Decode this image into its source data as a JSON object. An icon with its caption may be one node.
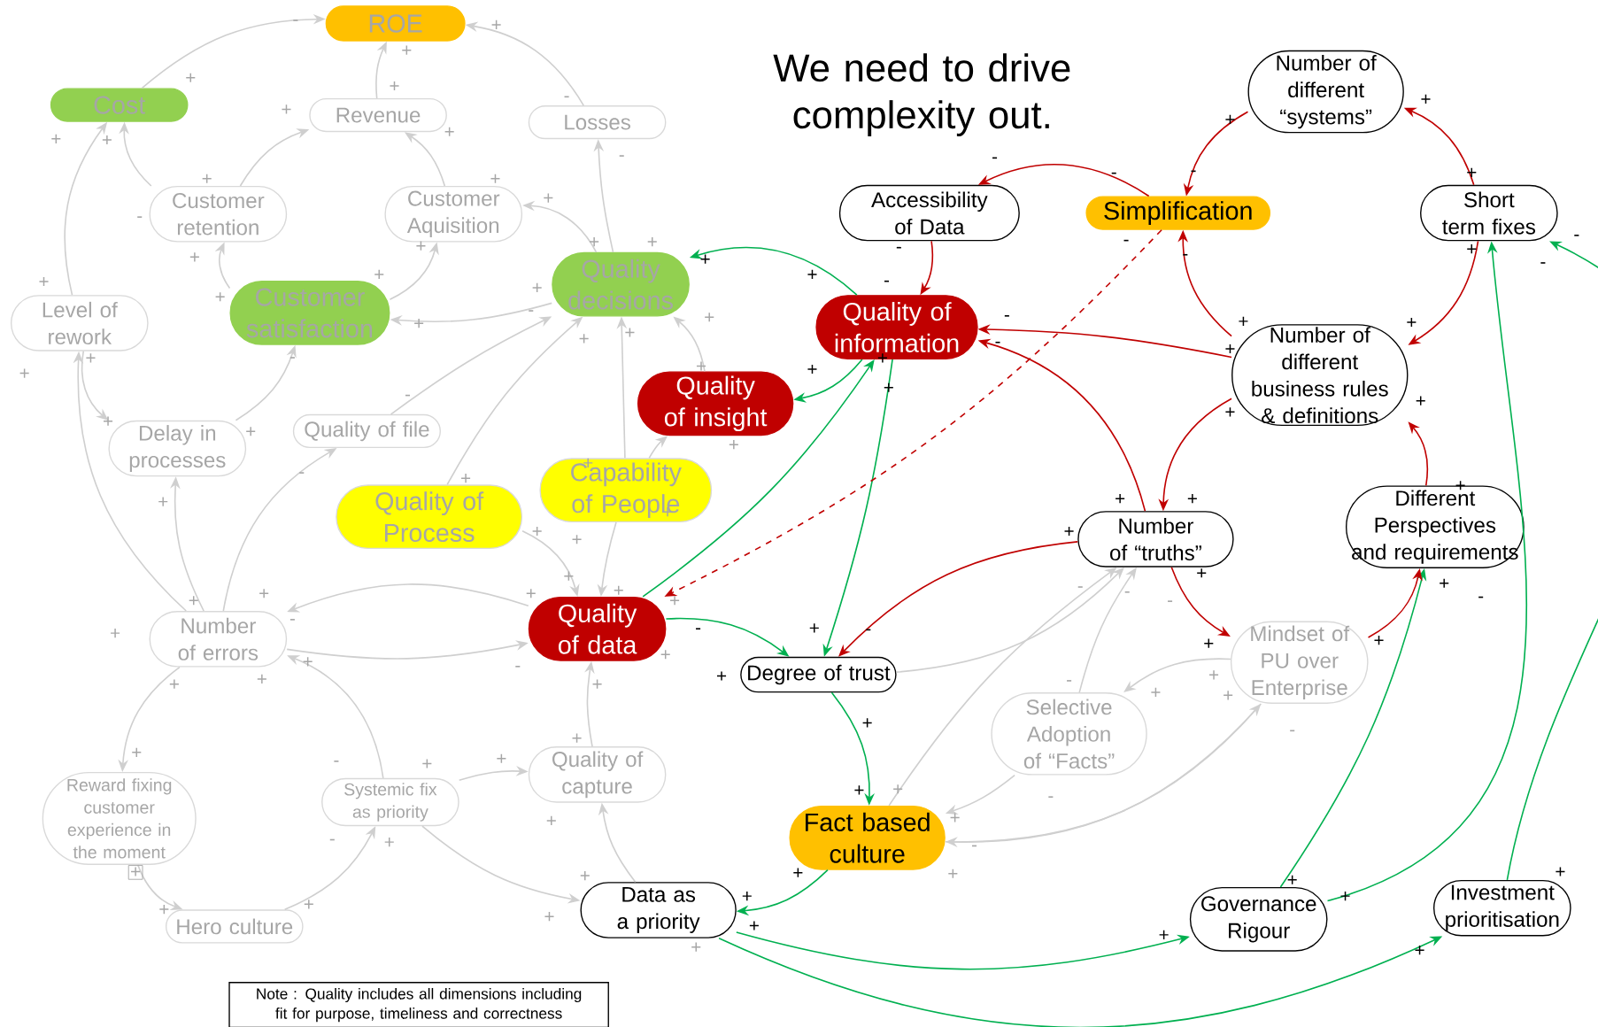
{
  "diagram": {
    "title": "We need to drive complexity out.",
    "nodes": [
      {
        "text": [
          "ROE"
        ]
      },
      {
        "text": [
          "Cost"
        ]
      },
      {
        "text": [
          "Revenue"
        ]
      },
      {
        "text": [
          "Losses"
        ]
      },
      {
        "text": [
          "Customer retention"
        ]
      },
      {
        "text": [
          "Customer Aquisition"
        ]
      },
      {
        "text": [
          "Number of different “systems”"
        ]
      },
      {
        "text": [
          "Accessibility of Data"
        ]
      },
      {
        "text": [
          "Simplification"
        ]
      },
      {
        "text": [
          "Short term fixes"
        ]
      },
      {
        "text": [
          "Quality decisions"
        ]
      },
      {
        "text": [
          "Customer satisfaction"
        ]
      },
      {
        "text": [
          "Level of rework"
        ]
      },
      {
        "text": [
          "Quality of information"
        ]
      },
      {
        "text": [
          "Number of different business rules & definitions"
        ]
      },
      {
        "text": [
          "Quality of insight"
        ]
      },
      {
        "text": [
          "Delay in processes"
        ]
      },
      {
        "text": [
          "Quality of file"
        ]
      },
      {
        "text": [
          "Capability of People"
        ]
      },
      {
        "text": [
          "Quality of Process"
        ]
      },
      {
        "text": [
          "Number of “truths”"
        ]
      },
      {
        "text": [
          "Different Perspectives and requirements"
        ]
      },
      {
        "text": [
          "Number of errors"
        ]
      },
      {
        "text": [
          "Quality of data"
        ]
      },
      {
        "text": [
          "Degree of trust"
        ]
      },
      {
        "text": [
          "Mindset of PU over Enterprise"
        ]
      },
      {
        "text": [
          "Selective Adoption of “Facts”"
        ]
      },
      {
        "text": [
          "Reward fixing customer experience in the moment"
        ]
      },
      {
        "text": [
          "Quality of capture"
        ]
      },
      {
        "text": [
          "Systemic fix as priority"
        ]
      },
      {
        "text": [
          "Fact based culture"
        ]
      },
      {
        "text": [
          "Data as a priority"
        ]
      },
      {
        "text": [
          "Governance Rigour"
        ]
      },
      {
        "text": [
          "Investment prioritisation"
        ]
      },
      {
        "text": [
          "Hero culture"
        ]
      },
      {
        "text": [
          "Note : Quality includes all dimensions including fit for purpose, timeliness and correctness"
        ]
      }
    ],
    "edges": [
      {
        "from": 1,
        "to": 0,
        "arrow": "to"
      },
      {
        "from": 2,
        "to": 0,
        "arrow": "to"
      },
      {
        "from": 3,
        "to": 0,
        "arrow": "to"
      },
      {
        "from": 4,
        "to": 2,
        "arrow": "to"
      },
      {
        "from": 5,
        "to": 2,
        "arrow": "to"
      },
      {
        "from": 10,
        "to": 3,
        "arrow": "to"
      },
      {
        "from": 10,
        "to": 5,
        "arrow": "to"
      },
      {
        "from": 4,
        "to": 1,
        "arrow": "to"
      },
      {
        "from": 11,
        "to": 4,
        "arrow": "to"
      },
      {
        "from": 11,
        "to": 5,
        "arrow": "to"
      },
      {
        "from": 10,
        "to": 11,
        "arrow": "to"
      },
      {
        "from": 12,
        "to": 1,
        "arrow": "to"
      },
      {
        "from": 12,
        "to": 16,
        "arrow": "to"
      },
      {
        "from": 16,
        "to": 11,
        "arrow": "to"
      },
      {
        "from": 22,
        "to": 12,
        "arrow": "to"
      },
      {
        "from": 22,
        "to": 16,
        "arrow": "to"
      },
      {
        "from": 22,
        "to": 17,
        "arrow": "to"
      },
      {
        "from": 17,
        "to": 10,
        "arrow": "to"
      },
      {
        "from": 19,
        "to": 10,
        "arrow": "to"
      },
      {
        "from": 18,
        "to": 10,
        "arrow": "to"
      },
      {
        "from": 18,
        "to": 15,
        "arrow": "to"
      },
      {
        "from": 15,
        "to": 10,
        "arrow": "to"
      },
      {
        "from": 19,
        "to": 23,
        "arrow": "to"
      },
      {
        "from": 18,
        "to": 23,
        "arrow": "to"
      },
      {
        "from": 23,
        "to": 22,
        "arrow": "to"
      },
      {
        "from": 22,
        "to": 23,
        "arrow": "to"
      },
      {
        "from": 22,
        "to": 27,
        "arrow": "to"
      },
      {
        "from": 29,
        "to": 22,
        "arrow": "to"
      },
      {
        "from": 27,
        "to": 34,
        "arrow": "to"
      },
      {
        "from": 34,
        "to": 29,
        "arrow": "to"
      },
      {
        "from": 29,
        "to": 28,
        "arrow": "to"
      },
      {
        "from": 29,
        "to": 31,
        "arrow": "to"
      },
      {
        "from": 31,
        "to": 28,
        "arrow": "to"
      },
      {
        "from": 28,
        "to": 23,
        "arrow": "to"
      },
      {
        "from": 24,
        "to": 20,
        "arrow": "to"
      },
      {
        "from": 30,
        "to": 20,
        "arrow": "to"
      },
      {
        "from": 26,
        "to": 20,
        "arrow": "to"
      },
      {
        "from": 25,
        "to": 26,
        "arrow": "to"
      },
      {
        "from": 25,
        "to": 30,
        "arrow": "to"
      },
      {
        "from": 26,
        "to": 30,
        "arrow": "to"
      },
      {
        "from": 30,
        "to": 25,
        "arrow": "to"
      },
      {
        "from": 30,
        "to": 31,
        "arrow": "to",
        "color": "#00b050"
      },
      {
        "from": 31,
        "to": 32,
        "arrow": "to",
        "color": "#00b050"
      },
      {
        "from": 31,
        "to": 33,
        "arrow": "to",
        "color": "#00b050"
      },
      {
        "from": 32,
        "to": 21,
        "arrow": "to",
        "color": "#00b050"
      },
      {
        "from": 32,
        "to": 9,
        "arrow": "to",
        "color": "#00b050"
      },
      {
        "from": 33,
        "to": 9,
        "arrow": "to",
        "color": "#00b050"
      },
      {
        "from": 23,
        "to": 13,
        "arrow": "to",
        "color": "#00b050"
      },
      {
        "from": 13,
        "to": 24,
        "arrow": "to",
        "color": "#00b050"
      },
      {
        "from": 23,
        "to": 24,
        "arrow": "to",
        "color": "#00b050"
      },
      {
        "from": 24,
        "to": 30,
        "arrow": "to",
        "color": "#00b050"
      },
      {
        "from": 13,
        "to": 10,
        "arrow": "to",
        "color": "#00b050"
      },
      {
        "from": 13,
        "to": 15,
        "arrow": "to",
        "color": "#00b050"
      },
      {
        "from": 6,
        "to": 8,
        "arrow": "to",
        "color": "#c00000"
      },
      {
        "from": 9,
        "to": 6,
        "arrow": "to",
        "color": "#c00000"
      },
      {
        "from": 8,
        "to": 7,
        "arrow": "to",
        "color": "#c00000"
      },
      {
        "from": 7,
        "to": 13,
        "arrow": "to",
        "color": "#c00000"
      },
      {
        "from": 14,
        "to": 8,
        "arrow": "to",
        "color": "#c00000"
      },
      {
        "from": 9,
        "to": 14,
        "arrow": "to",
        "color": "#c00000"
      },
      {
        "from": 14,
        "to": 13,
        "arrow": "to",
        "color": "#c00000"
      },
      {
        "from": 14,
        "to": 20,
        "arrow": "to",
        "color": "#c00000"
      },
      {
        "from": 21,
        "to": 14,
        "arrow": "to",
        "color": "#c00000"
      },
      {
        "from": 20,
        "to": 13,
        "arrow": "to",
        "color": "#c00000"
      },
      {
        "from": 20,
        "to": 24,
        "arrow": "to",
        "color": "#c00000"
      },
      {
        "from": 20,
        "to": 25,
        "arrow": "to",
        "color": "#c00000"
      },
      {
        "from": 25,
        "to": 21,
        "arrow": "to",
        "color": "#c00000"
      },
      {
        "from": 8,
        "to": 23,
        "arrow": "to",
        "style": "dashed",
        "color": "#c00000"
      }
    ],
    "labels": [
      "-",
      "+",
      "+",
      "+",
      "+",
      "-",
      "+",
      "+",
      "+",
      "+",
      "-",
      "+",
      "+",
      "+",
      "+",
      "+",
      "-",
      "+",
      "+",
      "+",
      "+",
      "+",
      "+",
      "-",
      "+",
      "+",
      "+",
      "-",
      "+",
      "+",
      "+",
      "+",
      "+",
      "-",
      "+",
      "-",
      "+",
      "+",
      "+",
      "+",
      "+",
      "+",
      "+",
      "+",
      "+",
      "+",
      "+",
      "+",
      "+",
      "-",
      "+",
      "-",
      "+",
      "+",
      "+",
      "-",
      "+",
      "+",
      "-",
      "+",
      "+",
      "+",
      "+",
      "+",
      "+",
      "+",
      "+",
      "+",
      "-",
      "-",
      "+",
      "-",
      "-",
      "+",
      "+",
      "-",
      "+",
      "+",
      "-",
      "-",
      "+",
      "+",
      "+",
      "+",
      "+",
      "+",
      "+",
      "+",
      "+",
      "+",
      "+",
      "+",
      "+",
      "+",
      "+",
      "+",
      "+",
      "+",
      "+",
      "-",
      "+",
      "+",
      "-",
      "+",
      "-",
      "-",
      "+",
      "+",
      "+",
      "-",
      "-",
      "-",
      "-",
      "-",
      "+",
      "+",
      "+",
      "-",
      "+",
      "+",
      "+",
      "+",
      "+",
      "-",
      "+",
      "-",
      "+",
      "+",
      "+",
      "+",
      "-",
      "-"
    ]
  }
}
